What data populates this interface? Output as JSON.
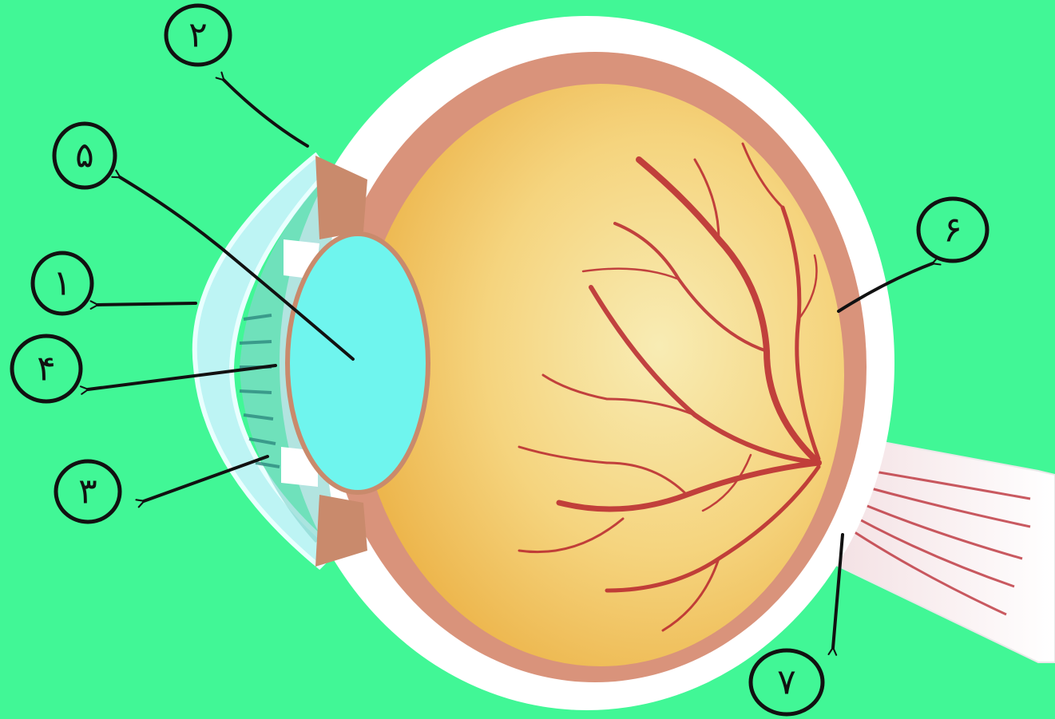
{
  "colors": {
    "background": "#41f796",
    "sclera": "#ffffff",
    "choroid": "#d08a6a",
    "vitreous": "#f3c25a",
    "vitreous_center": "#f7e7a3",
    "lens": "#6ff5ee",
    "cornea": "#bdf4f4",
    "iris": "#c98a6c",
    "vessels": "#b8252e",
    "ink": "#111111"
  },
  "labels": [
    {
      "id": "label-1",
      "text": "۱"
    },
    {
      "id": "label-2",
      "text": "۲"
    },
    {
      "id": "label-3",
      "text": "۳"
    },
    {
      "id": "label-4",
      "text": "۴"
    },
    {
      "id": "label-5",
      "text": "۵"
    },
    {
      "id": "label-6",
      "text": "۶"
    },
    {
      "id": "label-7",
      "text": "۷"
    }
  ]
}
